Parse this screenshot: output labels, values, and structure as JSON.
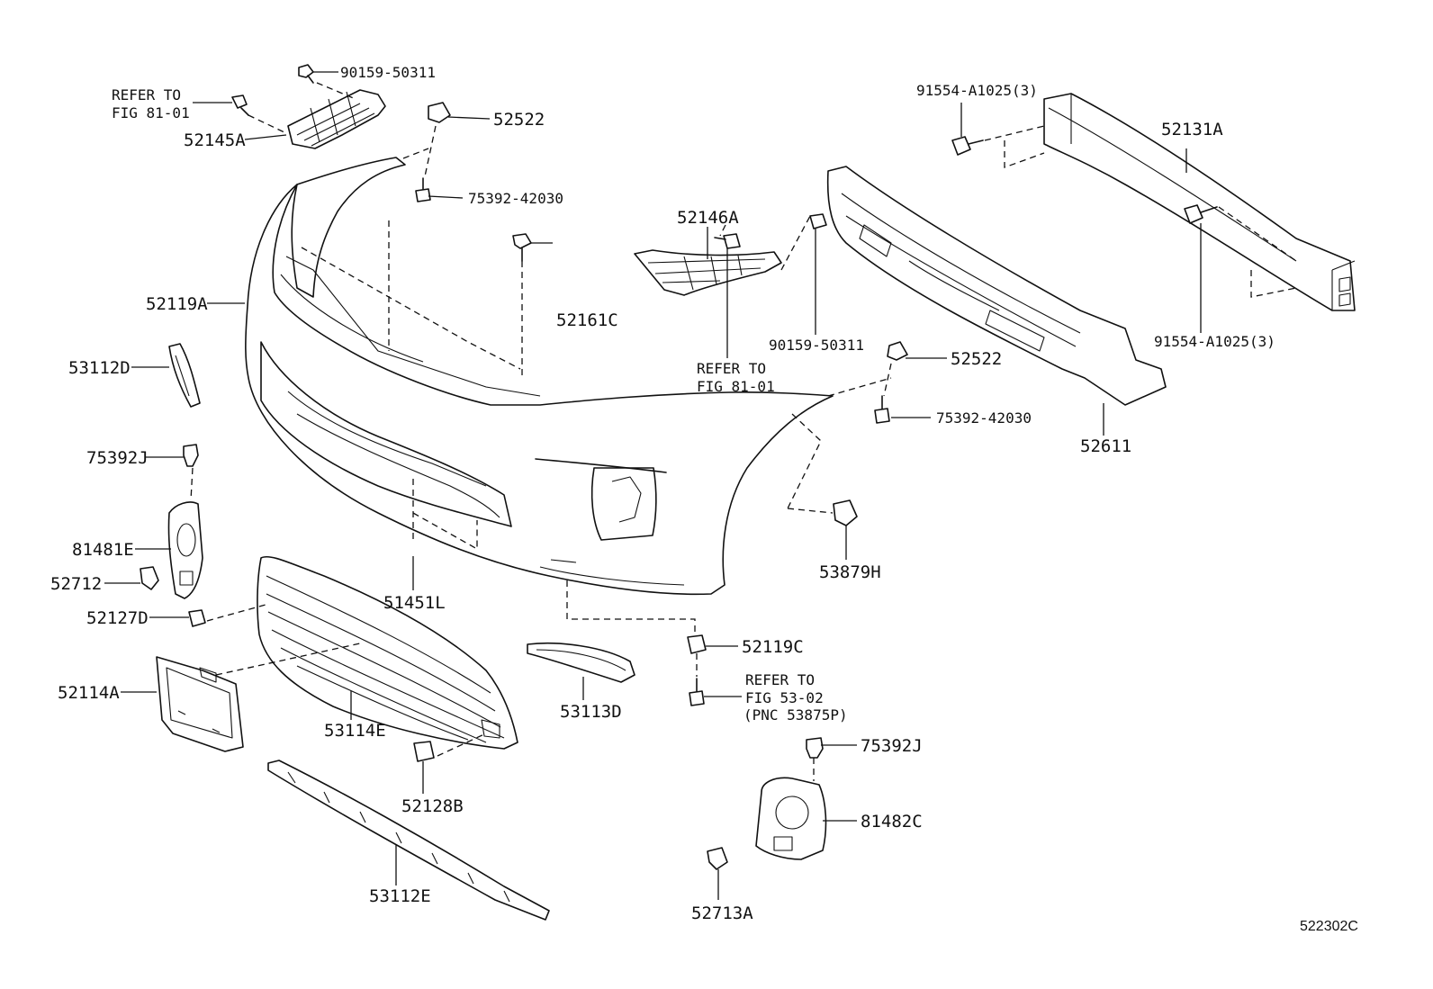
{
  "labels": {
    "l_90159_top": "90159-50311",
    "l_refer_a1": "REFER TO",
    "l_refer_a2": "FIG 81-01",
    "l_52145A": "52145A",
    "l_52522_top": "52522",
    "l_75392_42030_top": "75392-42030",
    "l_91554_top": "91554-A1025(3)",
    "l_52131A": "52131A",
    "l_52146A": "52146A",
    "l_52119A": "52119A",
    "l_52161C": "52161C",
    "l_90159_mid": "90159-50311",
    "l_refer_b1": "REFER TO",
    "l_refer_b2": "FIG 81-01",
    "l_91554_bot": "91554-A1025(3)",
    "l_52522_mid": "52522",
    "l_75392_42030_mid": "75392-42030",
    "l_52611": "52611",
    "l_53112D": "53112D",
    "l_75392J_left": "75392J",
    "l_81481E": "81481E",
    "l_52712": "52712",
    "l_51451L": "51451L",
    "l_53879H": "53879H",
    "l_52127D": "52127D",
    "l_52119C": "52119C",
    "l_refer_c1": "REFER TO",
    "l_refer_c2": "FIG 53-02",
    "l_refer_c3": "(PNC 53875P)",
    "l_52114A": "52114A",
    "l_53113D": "53113D",
    "l_53114E": "53114E",
    "l_75392J_right": "75392J",
    "l_52128B": "52128B",
    "l_81482C": "81482C",
    "l_53112E": "53112E",
    "l_52713A": "52713A",
    "figure_code": "522302C"
  }
}
